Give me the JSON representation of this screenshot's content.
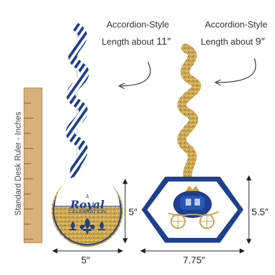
{
  "captions": {
    "left": {
      "line1": "Accordion-Style",
      "line2_prefix": "Length about ",
      "line2_value": "11″"
    },
    "right": {
      "line1": "Accordion-Style",
      "line2_prefix": "Length about ",
      "line2_value": "9″"
    }
  },
  "ruler": {
    "label": "Standard Desk Ruler - Inches"
  },
  "cutouts": {
    "circle": {
      "text_a": "A",
      "text_royal": "Royal",
      "text_celebration": "CELEBRATION",
      "height_label": "5″",
      "width_label": "5″"
    },
    "carriage": {
      "height_label": "5.5″",
      "width_label": "7.75″"
    }
  },
  "colors": {
    "royal_blue": "#1f3f8f",
    "gold": "#c9a24a",
    "ruler_wood": "#d9b27a",
    "arrow": "#333333"
  }
}
